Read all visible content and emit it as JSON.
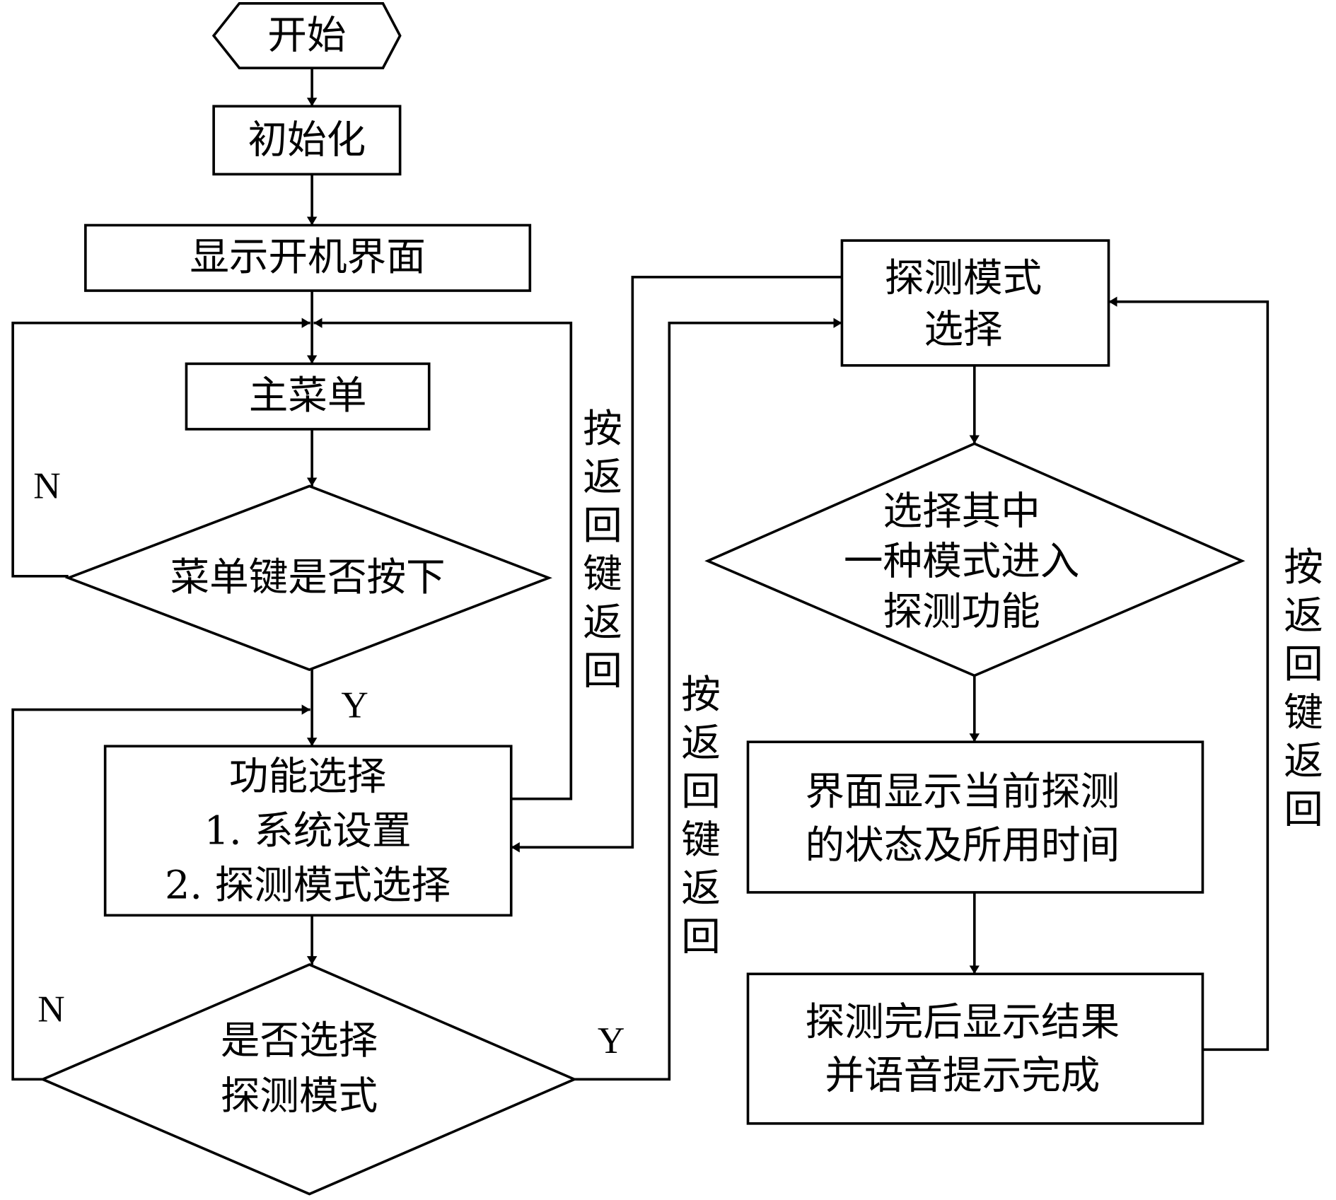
{
  "nodes": {
    "start": {
      "label": "开始"
    },
    "init": {
      "label": "初始化"
    },
    "boot_screen": {
      "label": "显示开机界面"
    },
    "main_menu": {
      "label": "主菜单"
    },
    "menu_key_decision": {
      "label": "菜单键是否按下"
    },
    "function_select": {
      "lines": [
        "功能选择",
        "1. 系统设置",
        "2. 探测模式选择"
      ]
    },
    "mode_decision": {
      "lines": [
        "是否选择",
        "探测模式"
      ]
    },
    "detect_mode_select": {
      "lines": [
        "探测模式",
        "选择"
      ]
    },
    "enter_mode_decision": {
      "lines": [
        "选择其中",
        "一种模式进入",
        "探测功能"
      ]
    },
    "status_display": {
      "lines": [
        "界面显示当前探测",
        "的状态及所用时间"
      ]
    },
    "result_display": {
      "lines": [
        "探测完后显示结果",
        "并语音提示完成"
      ]
    }
  },
  "edge_labels": {
    "menu_no": "N",
    "menu_yes": "Y",
    "mode_no": "N",
    "mode_yes": "Y",
    "back_1": [
      "按",
      "返",
      "回",
      "键",
      "返",
      "回"
    ],
    "back_2": [
      "按",
      "返",
      "回",
      "键",
      "返",
      "回"
    ],
    "back_3": [
      "按",
      "返",
      "回",
      "键",
      "返",
      "回"
    ]
  }
}
